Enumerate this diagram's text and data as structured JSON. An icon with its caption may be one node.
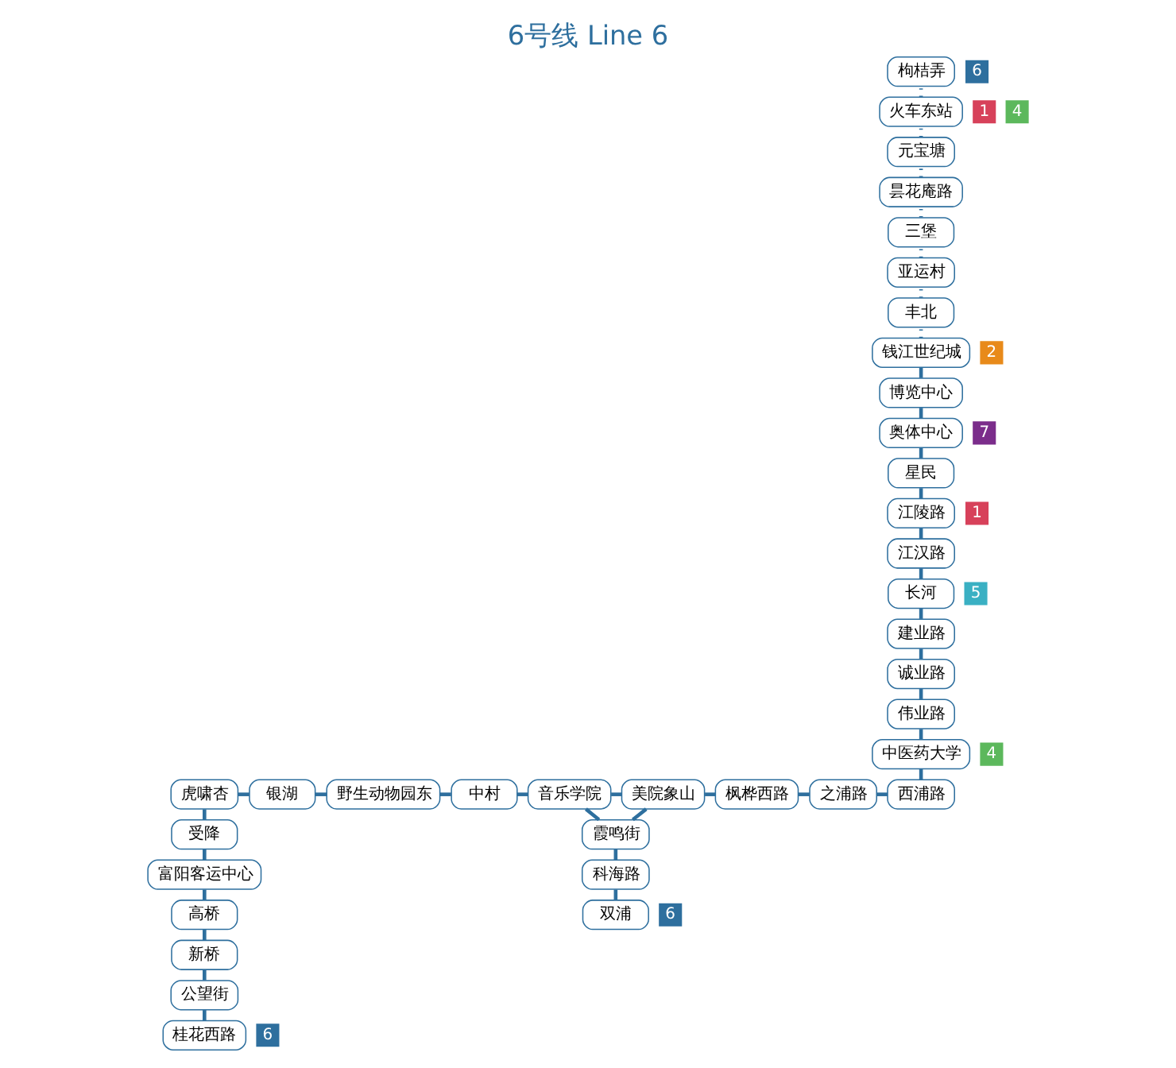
{
  "diagram": {
    "title": "6号线 Line 6",
    "nodes": [
      {
        "text": [
          "枸桔弄"
        ],
        "beside": [
          "6"
        ]
      },
      {
        "text": [
          "火车东站"
        ],
        "beside": [
          "1",
          "4"
        ]
      },
      {
        "text": [
          "元宝塘"
        ]
      },
      {
        "text": [
          "昙花庵路"
        ]
      },
      {
        "text": [
          "三堡"
        ]
      },
      {
        "text": [
          "亚运村"
        ]
      },
      {
        "text": [
          "丰北"
        ]
      },
      {
        "text": [
          "钱江世纪城"
        ],
        "beside": [
          "2"
        ]
      },
      {
        "text": [
          "博览中心"
        ]
      },
      {
        "text": [
          "奥体中心"
        ],
        "beside": [
          "7"
        ]
      },
      {
        "text": [
          "星民"
        ]
      },
      {
        "text": [
          "江陵路"
        ],
        "beside": [
          "1"
        ]
      },
      {
        "text": [
          "江汉路"
        ]
      },
      {
        "text": [
          "长河"
        ],
        "beside": [
          "5"
        ]
      },
      {
        "text": [
          "建业路"
        ]
      },
      {
        "text": [
          "诚业路"
        ]
      },
      {
        "text": [
          "伟业路"
        ]
      },
      {
        "text": [
          "中医药大学"
        ],
        "beside": [
          "4"
        ]
      },
      {
        "text": [
          "西浦路"
        ]
      },
      {
        "text": [
          "之浦路"
        ]
      },
      {
        "text": [
          "枫桦西路"
        ]
      },
      {
        "text": [
          "美院象山"
        ]
      },
      {
        "text": [
          "音乐学院"
        ]
      },
      {
        "text": [
          "中村"
        ]
      },
      {
        "text": [
          "野生动物园东"
        ]
      },
      {
        "text": [
          "银湖"
        ]
      },
      {
        "text": [
          "虎啸杏"
        ]
      },
      {
        "text": [
          "受降"
        ]
      },
      {
        "text": [
          "富阳客运中心"
        ]
      },
      {
        "text": [
          "高桥"
        ]
      },
      {
        "text": [
          "新桥"
        ]
      },
      {
        "text": [
          "公望街"
        ]
      },
      {
        "text": [
          "桂花西路"
        ],
        "beside": [
          "6"
        ]
      },
      {
        "text": [
          "霞鸣街"
        ]
      },
      {
        "text": [
          "科海路"
        ]
      },
      {
        "text": [
          "双浦"
        ],
        "beside": [
          "6"
        ]
      }
    ],
    "edges": [
      {
        "from": 32,
        "to": 31,
        "arrow": "none"
      },
      {
        "from": 31,
        "to": 30,
        "arrow": "none"
      },
      {
        "from": 30,
        "to": 29,
        "arrow": "none"
      },
      {
        "from": 29,
        "to": 28,
        "arrow": "none"
      },
      {
        "from": 28,
        "to": 27,
        "arrow": "none"
      },
      {
        "from": 27,
        "to": 26,
        "arrow": "none"
      },
      {
        "from": 26,
        "to": 25,
        "arrow": "none"
      },
      {
        "from": 25,
        "to": 24,
        "arrow": "none"
      },
      {
        "from": 24,
        "to": 23,
        "arrow": "none"
      },
      {
        "from": 23,
        "to": 22,
        "arrow": "none"
      },
      {
        "from": 22,
        "to": 21,
        "arrow": "none"
      },
      {
        "from": 21,
        "to": 20,
        "arrow": "none"
      },
      {
        "from": 20,
        "to": 19,
        "arrow": "none"
      },
      {
        "from": 19,
        "to": 18,
        "arrow": "none"
      },
      {
        "from": 18,
        "to": 17,
        "arrow": "none"
      },
      {
        "from": 17,
        "to": 16,
        "arrow": "none"
      },
      {
        "from": 16,
        "to": 15,
        "arrow": "none"
      },
      {
        "from": 15,
        "to": 14,
        "arrow": "none"
      },
      {
        "from": 14,
        "to": 13,
        "arrow": "none"
      },
      {
        "from": 13,
        "to": 12,
        "arrow": "none"
      },
      {
        "from": 12,
        "to": 11,
        "arrow": "none"
      },
      {
        "from": 11,
        "to": 10,
        "arrow": "none"
      },
      {
        "from": 10,
        "to": 9,
        "arrow": "none"
      },
      {
        "from": 9,
        "to": 8,
        "arrow": "none"
      },
      {
        "from": 8,
        "to": 7,
        "arrow": "none"
      },
      {
        "from": 7,
        "to": 6,
        "arrow": "none",
        "style": "dashed"
      },
      {
        "from": 6,
        "to": 5,
        "arrow": "none",
        "style": "dashed"
      },
      {
        "from": 5,
        "to": 4,
        "arrow": "none",
        "style": "dashed"
      },
      {
        "from": 4,
        "to": 3,
        "arrow": "none",
        "style": "dashed"
      },
      {
        "from": 3,
        "to": 2,
        "arrow": "none",
        "style": "dashed"
      },
      {
        "from": 2,
        "to": 1,
        "arrow": "none",
        "style": "dashed"
      },
      {
        "from": 1,
        "to": 0,
        "arrow": "none",
        "style": "dashed"
      },
      {
        "from": 35,
        "to": 34,
        "arrow": "none"
      },
      {
        "from": 34,
        "to": 33,
        "arrow": "none"
      },
      {
        "from": 33,
        "to": 22,
        "arrow": "none"
      },
      {
        "from": 33,
        "to": 21,
        "arrow": "none"
      }
    ]
  }
}
